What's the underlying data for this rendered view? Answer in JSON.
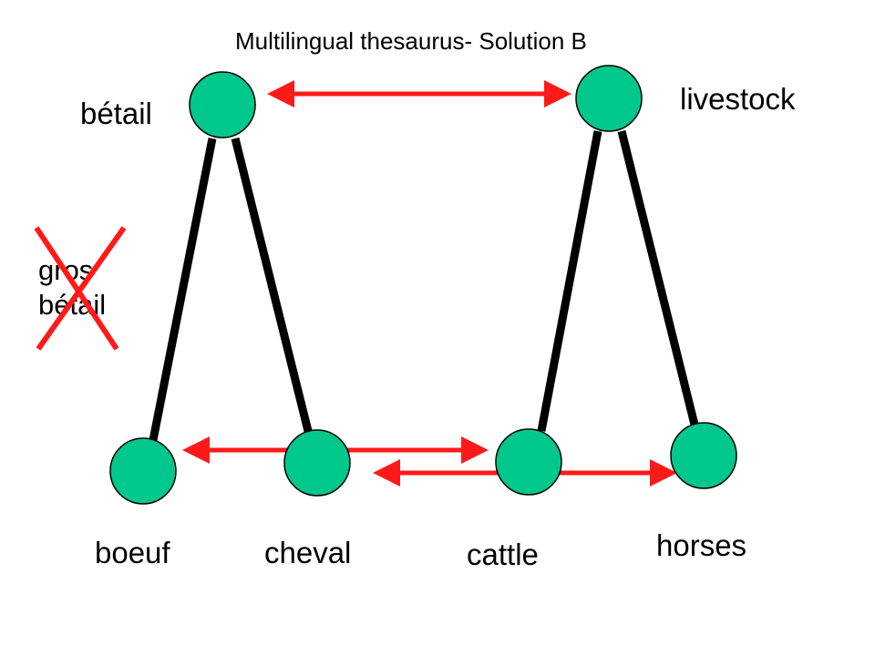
{
  "title": "Multilingual thesaurus- Solution B",
  "colors": {
    "node_fill": "#00c88c",
    "node_stroke": "#000000",
    "edge": "#000000",
    "equivalence": "#ff1a1a",
    "rejected_mark": "#ff1a1a"
  },
  "nodes": {
    "betail": "bétail",
    "livestock": "livestock",
    "boeuf": "boeuf",
    "cheval": "cheval",
    "cattle": "cattle",
    "horses": "horses"
  },
  "rejected_term": {
    "line1": "gros",
    "line2": "bétail"
  }
}
